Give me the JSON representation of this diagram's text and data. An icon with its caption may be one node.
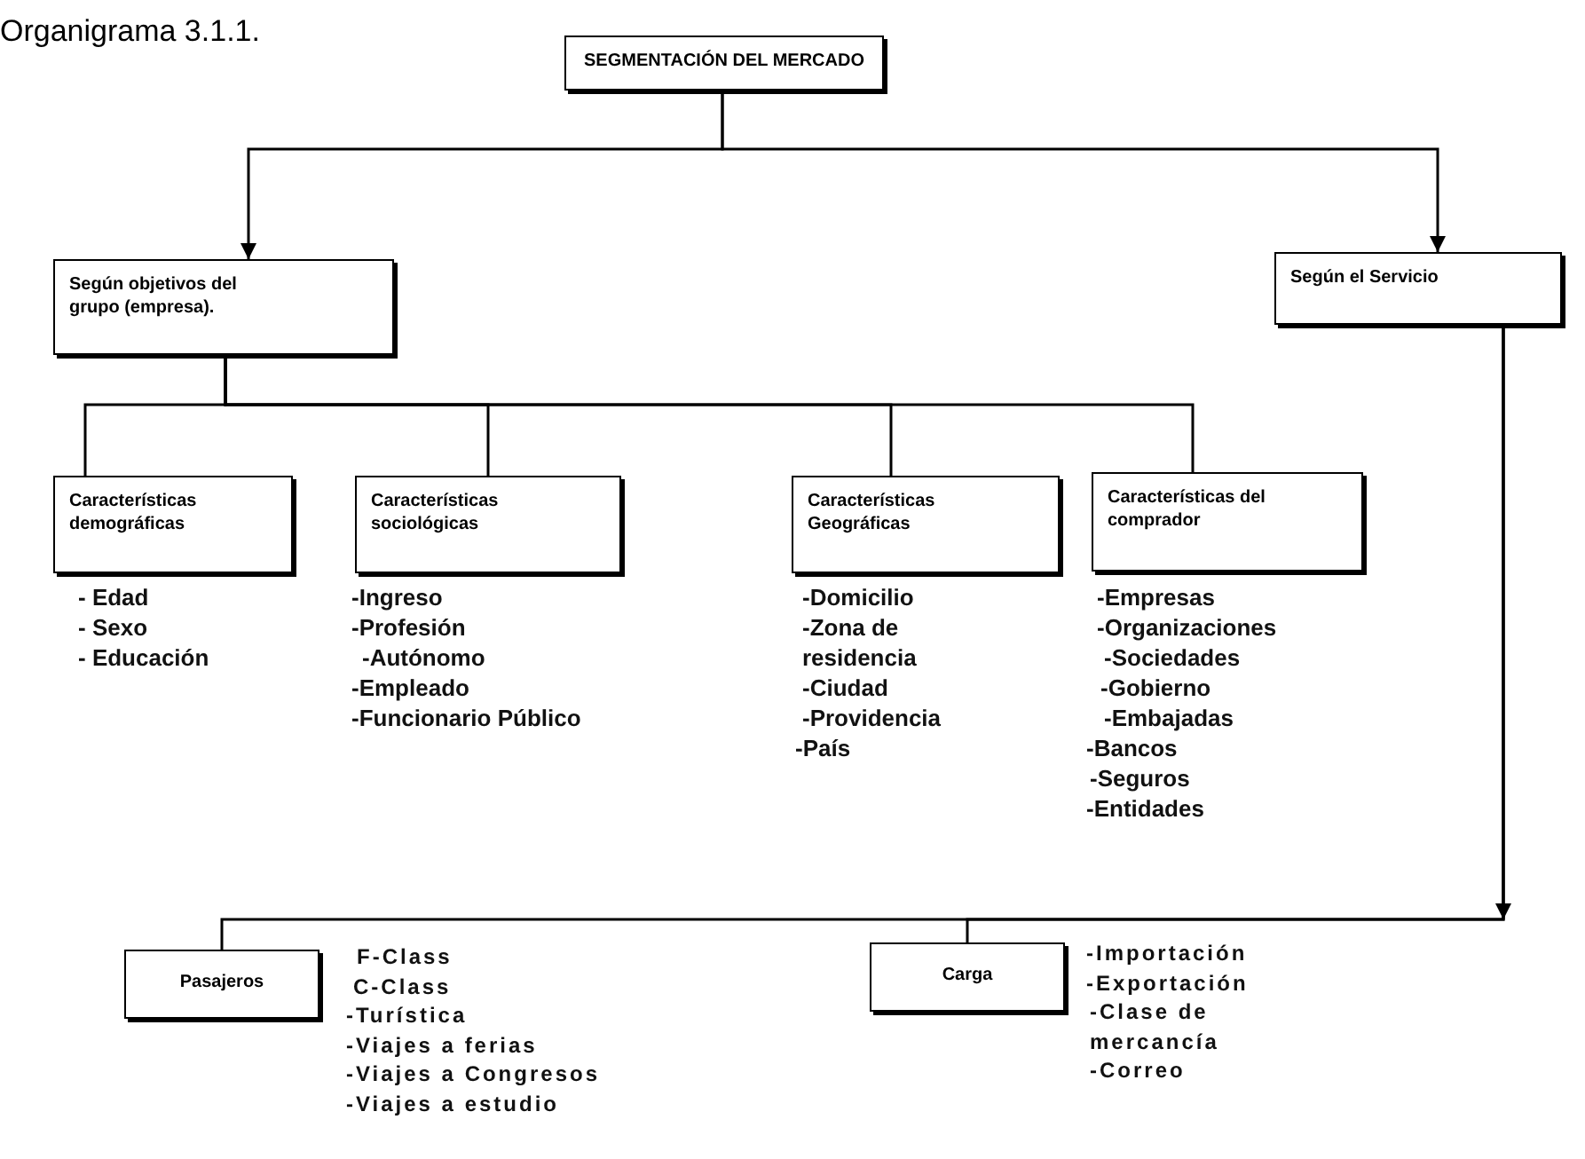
{
  "diagram": {
    "nodes": [
      {
        "text": [
          "SEGMENTACIÓN DEL MERCADO"
        ]
      },
      {
        "text": [
          "Según objetivos del grupo (empresa)."
        ]
      },
      {
        "text": [
          "Según el Servicio"
        ]
      },
      {
        "text": [
          "Características demográficas"
        ],
        "beside": [
          "- Edad",
          "- Sexo",
          "- Educación"
        ]
      },
      {
        "text": [
          "Características sociológicas"
        ],
        "beside": [
          "-Ingreso",
          "-Profesión",
          "-Autónomo",
          "-Empleado",
          "-Funcionario Público"
        ]
      },
      {
        "text": [
          "Características Geográficas"
        ],
        "beside": [
          "-Domicilio",
          "-Zona de residencia",
          "-Ciudad",
          "-Providencia",
          "-País"
        ]
      },
      {
        "text": [
          "Características del comprador"
        ],
        "beside": [
          "-Empresas",
          "-Organizaciones",
          "-Sociedades",
          "-Gobierno",
          "-Embajadas",
          "-Bancos",
          "-Seguros",
          "-Entidades"
        ]
      },
      {
        "text": [
          "Pasajeros"
        ],
        "beside": [
          "F-Class",
          "C-Class",
          "-Turística",
          "-Viajes a ferias",
          "-Viajes a Congresos",
          "-Viajes a estudio"
        ]
      },
      {
        "text": [
          "Carga"
        ],
        "beside": [
          "-Importación",
          "-Exportación",
          "-Clase de mercancía",
          "-Correo"
        ]
      }
    ],
    "edges": [
      {
        "from": 0,
        "to": 1,
        "arrow": "to"
      },
      {
        "from": 0,
        "to": 2,
        "arrow": "to"
      },
      {
        "from": 1,
        "to": 3,
        "arrow": "none"
      },
      {
        "from": 1,
        "to": 4,
        "arrow": "none"
      },
      {
        "from": 1,
        "to": 5,
        "arrow": "none"
      },
      {
        "from": 1,
        "to": 6,
        "arrow": "none"
      },
      {
        "from": 2,
        "to": null,
        "arrow": "to"
      },
      {
        "from": 2,
        "to": 7,
        "arrow": "none"
      },
      {
        "from": 2,
        "to": 8,
        "arrow": "none"
      }
    ],
    "labels": [
      "Organigrama 3.1.1."
    ]
  }
}
